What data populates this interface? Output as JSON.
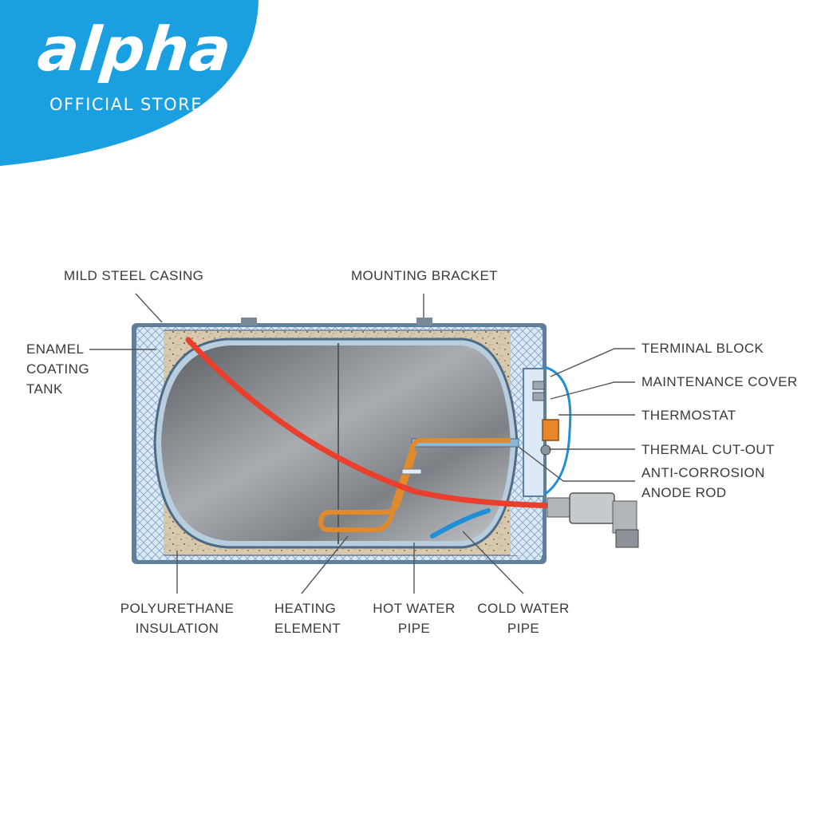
{
  "brand": {
    "logo_text": "alpha",
    "store_label": "OFFICIAL STORE",
    "badge_color": "#1a9fe0"
  },
  "labels": {
    "mild_steel_casing": "MILD STEEL CASING",
    "mounting_bracket": "MOUNTING BRACKET",
    "enamel_coating_tank": "ENAMEL\nCOATING\nTANK",
    "terminal_block": "TERMINAL BLOCK",
    "maintenance_cover": "MAINTENANCE COVER",
    "thermostat": "THERMOSTAT",
    "thermal_cut_out": "THERMAL CUT-OUT",
    "anti_corrosion_anode_rod": "ANTI-CORROSION\nANODE ROD",
    "polyurethane_insulation": "POLYURETHANE\nINSULATION",
    "heating_element": "HEATING\nELEMENT",
    "hot_water_pipe": "HOT WATER\nPIPE",
    "cold_water_pipe": "COLD WATER\nPIPE"
  },
  "colors": {
    "hot_pipe": "#e8402c",
    "cold_pipe": "#1f8fd8",
    "heating_element": "#e08a2c",
    "insulation": "#d9cbb2",
    "tank_steel": "#8f9296",
    "foam_blue": "#cfe4f4"
  }
}
